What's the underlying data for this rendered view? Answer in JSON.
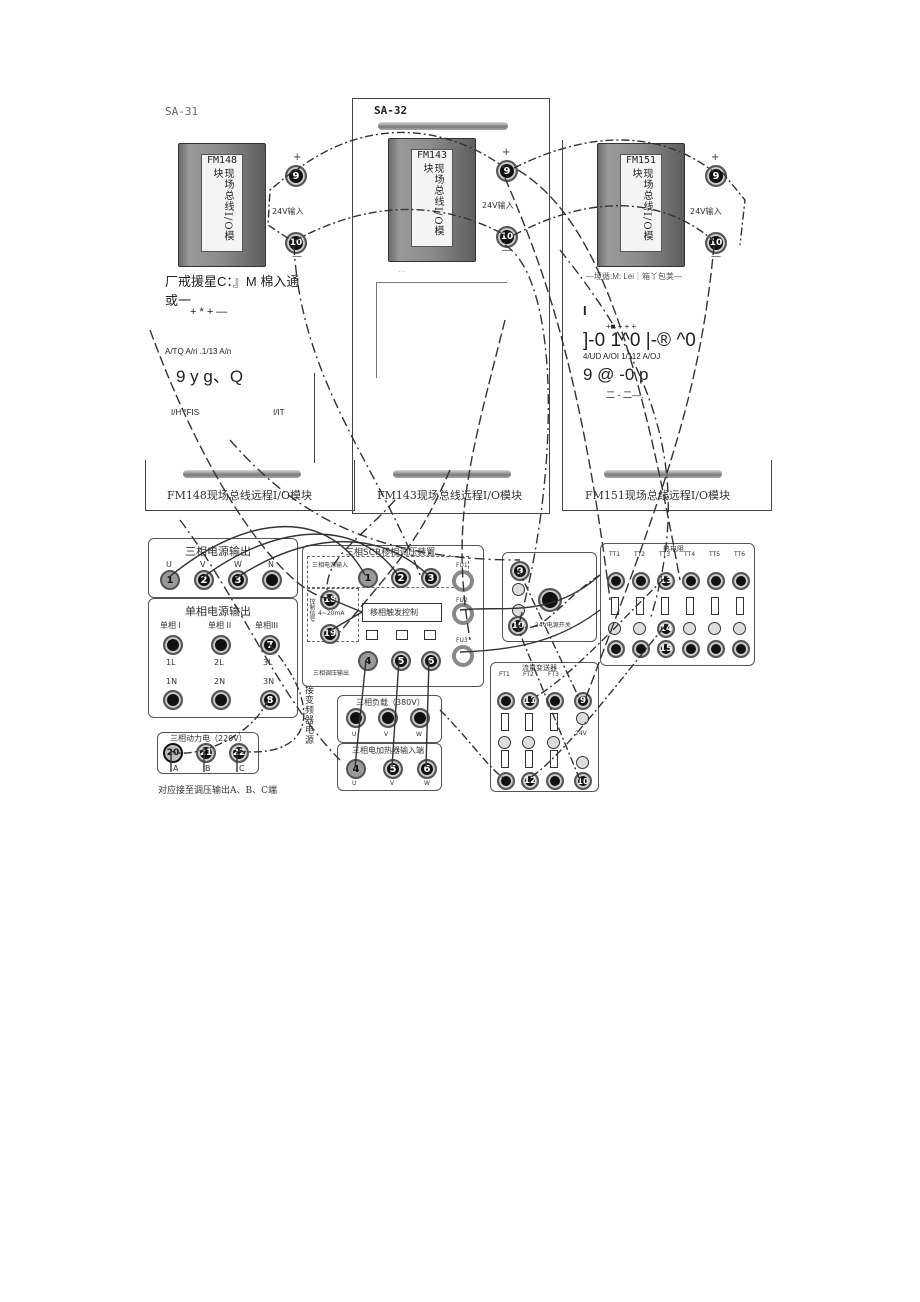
{
  "top": {
    "sa31_label": "SA-31",
    "sa32_label": "SA-32",
    "modules": [
      {
        "name": "FM148",
        "desc": "现场总线I/O模块",
        "caption": "FM148现场总线远程I/O模块"
      },
      {
        "name": "FM143",
        "desc": "现场总线I/O模块",
        "caption": "FM143现场总线远程I/O模块"
      },
      {
        "name": "FM151",
        "desc": "现场总线I/O模块",
        "caption": "FM151现场总线远程I/O模块"
      }
    ],
    "input_label": "24V输入",
    "plus": "+",
    "minus": "—",
    "term9": "9",
    "term10": "10",
    "left_ocr": {
      "line1": "厂戒援星C：』M 棉入通",
      "line2": "或一",
      "line3": "+ * + —",
      "line4": "A/TQ A/ri .1/13 A/n",
      "line5": "9 y g、Q",
      "line6a": "I/H °FIS",
      "line6b": "I/IT"
    },
    "mid_ocr": "…",
    "right_ocr": {
      "line0": "—境循:M: Lei｜箱丫包荚—",
      "line1": "I",
      "line2": "+■ + + +",
      "line3": "]-0 1^0 |-® ^0",
      "line4": "4/UD A/OI 1/112 A/OJ",
      "line5": "9 @ -0 p",
      "line6": "二 -          二—."
    }
  },
  "bottom": {
    "three_phase_out": {
      "title": "三相电源输出",
      "phase_labels": [
        "U",
        "V",
        "W",
        "N"
      ],
      "terms": [
        "1",
        "2",
        "3",
        ""
      ]
    },
    "single_phase_out": {
      "title": "单相电源输出",
      "col_labels": [
        "单相 I",
        "单相 II",
        "单相III"
      ],
      "row1_labels": [
        "1L",
        "2L",
        "3L"
      ],
      "row2_labels": [
        "1N",
        "2N",
        "3N"
      ],
      "term7": "7",
      "term8": "8"
    },
    "motor_note": "接变频器电源",
    "three_phase_power": {
      "title": "三相动力电（220V）",
      "terms": [
        "20",
        "21",
        "22"
      ],
      "labels": [
        "A",
        "B",
        "C"
      ],
      "caption": "对应接至调压输出A、B、C端"
    },
    "scr_device": {
      "title": "三相SCR移相调压装置",
      "inner_label": "移相触发控制",
      "terms_top": [
        "1",
        "2",
        "3"
      ],
      "terms_bottom": [
        "4",
        "5",
        "6"
      ],
      "term18": "18",
      "term19": "19",
      "fu_labels": [
        "FU1",
        "FU2",
        "FU3"
      ],
      "side_note": "4~20mA",
      "side_label": "控制信号",
      "bottom_label": "三相调压输出",
      "top_left_label": "三相电源输入"
    },
    "load_boxes": {
      "box1_title": "三相负载（380V）",
      "box2_title": "三相电加热器输入端",
      "box2_terms": [
        "4",
        "5",
        "6"
      ],
      "uvw": [
        "U",
        "V",
        "W"
      ]
    },
    "power_switch": {
      "term9": "9",
      "term10": "10",
      "label": "24V电源开关"
    },
    "thermo": {
      "title": "热电阻",
      "cols": [
        "TT1",
        "TT2",
        "TT3",
        "TT4",
        "TT5",
        "TT6"
      ],
      "terms_top": [
        "",
        "",
        "13",
        "",
        "",
        ""
      ],
      "terms_bottom": [
        "",
        "",
        "15",
        "",
        "",
        ""
      ],
      "term14": "14"
    },
    "flow": {
      "title": "流量变送器",
      "cols": [
        "FT1",
        "FT2",
        "FT3"
      ],
      "term11": "11",
      "term12": "12",
      "term9": "9",
      "term10": "10",
      "label24": "24V"
    }
  },
  "colors": {
    "module_body": "#808080",
    "terminal_black": "#111111",
    "terminal_gray": "#999999",
    "wire": "#333333"
  }
}
